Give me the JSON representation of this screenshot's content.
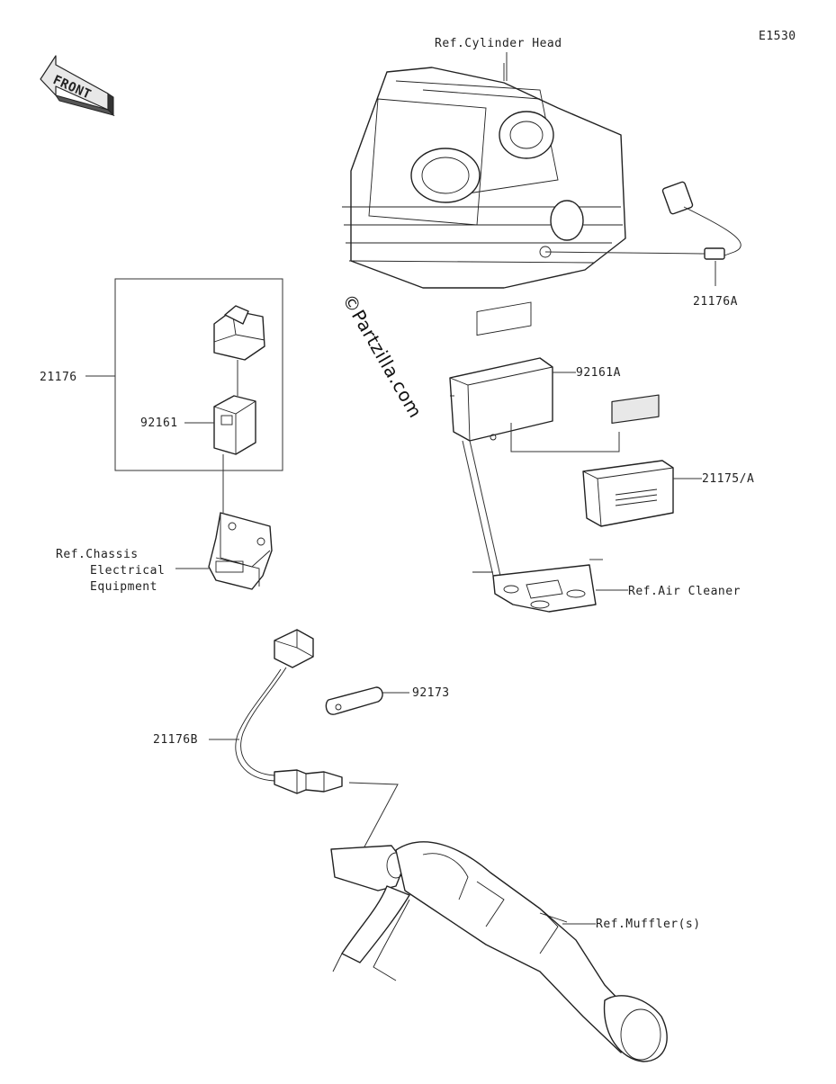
{
  "diagram": {
    "code": "E1530",
    "front_label": "FRONT",
    "watermark": "©Partzilla.com",
    "labels": {
      "ref_cylinder_head": "Ref.Cylinder Head",
      "p21176A": "21176A",
      "p21176": "21176",
      "p92161": "92161",
      "p92161A": "92161A",
      "p21175A": "21175/A",
      "ref_chassis_1": "Ref.Chassis",
      "ref_chassis_2": "Electrical",
      "ref_chassis_3": "Equipment",
      "ref_air_cleaner": "Ref.Air Cleaner",
      "p92173": "92173",
      "p21176B": "21176B",
      "ref_muffler": "Ref.Muffler(s)"
    }
  }
}
